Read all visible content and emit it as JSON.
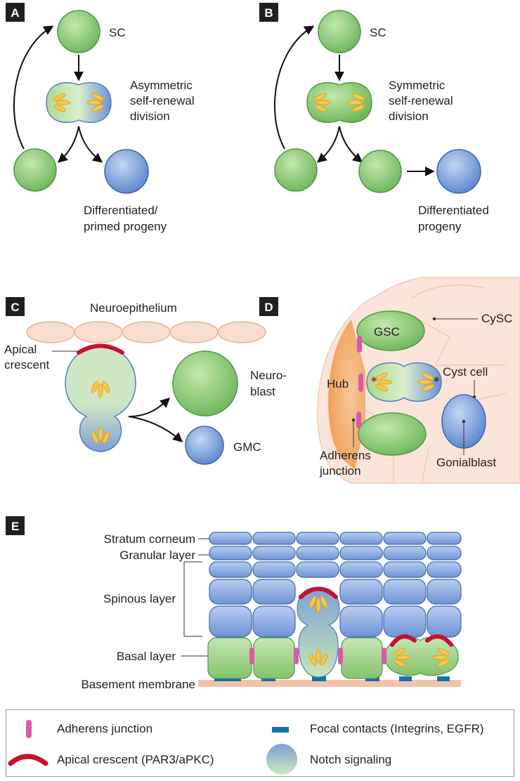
{
  "panels": {
    "a": {
      "letter": "A",
      "sc": "SC",
      "division": [
        "Asymmetric",
        "self-renewal",
        "division"
      ],
      "progeny": [
        "Differentiated/",
        "primed progeny"
      ]
    },
    "b": {
      "letter": "B",
      "sc": "SC",
      "division": [
        "Symmetric",
        "self-renewal",
        "division"
      ],
      "progeny": [
        "Differentiated",
        "progeny"
      ]
    },
    "c": {
      "letter": "C",
      "neuroepithelium": "Neuroepithelium",
      "apical": [
        "Apical",
        "crescent"
      ],
      "neuroblast": [
        "Neuro-",
        "blast"
      ],
      "gmc": "GMC"
    },
    "d": {
      "letter": "D",
      "gsc": "GSC",
      "cysc": "CySC",
      "hub": "Hub",
      "cyst_cell": "Cyst cell",
      "gonialblast": "Gonialblast",
      "adherens": [
        "Adherens",
        "junction"
      ]
    },
    "e": {
      "letter": "E",
      "layers": [
        "Stratum corneum",
        "Granular layer",
        "Spinous layer",
        "Basal layer",
        "Basement membrane"
      ]
    }
  },
  "legend": {
    "adherens": "Adherens junction",
    "apical": "Apical crescent (PAR3/aPKC)",
    "focal": "Focal contacts (Integrins, EGFR)",
    "notch": "Notch signaling"
  },
  "colors": {
    "green": "#8cc878",
    "blue": "#7d9fd8",
    "pink": "#d95aa8",
    "red": "#c8102e",
    "focal": "#1a6fb0",
    "peach": "#f6d2c2",
    "hub": "#f3a45c"
  }
}
